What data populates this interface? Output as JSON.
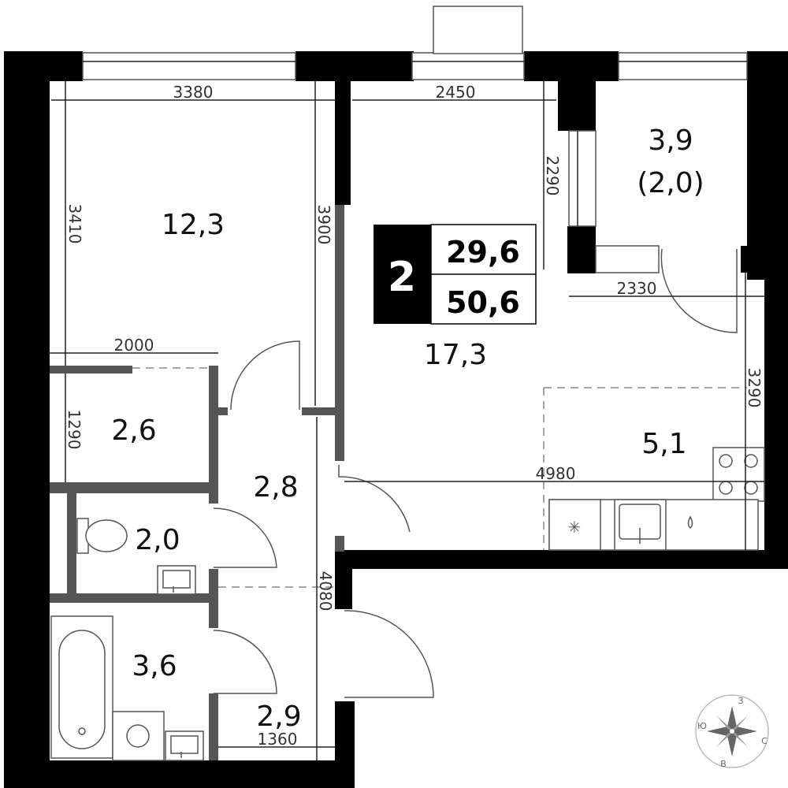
{
  "summary": {
    "rooms_count": "2",
    "living_area": "29,6",
    "total_area": "50,6"
  },
  "rooms": {
    "bedroom": "12,3",
    "balcony": "3,9",
    "balcony_reduced": "(2,0)",
    "living": "17,3",
    "kitchen": "5,1",
    "storage": "2,6",
    "corridor": "2,8",
    "toilet": "2,0",
    "bathroom": "3,6",
    "hall": "2,9"
  },
  "dimensions": {
    "bedroom_width": "3380",
    "bedroom_depth": "3410",
    "bedroom_wall": "3900",
    "living_width": "2450",
    "living_window_wall": "2290",
    "balcony_width": "2330",
    "kitchen_depth": "3290",
    "storage_width": "2000",
    "storage_depth": "1290",
    "living_total_width": "4980",
    "corridor_length": "4080",
    "hall_width": "1360"
  },
  "compass": {
    "north": "З",
    "south": "В",
    "west": "Ю",
    "east": "С"
  },
  "colors": {
    "wall": "#000000",
    "partition": "#555555",
    "badge": "#000000"
  }
}
